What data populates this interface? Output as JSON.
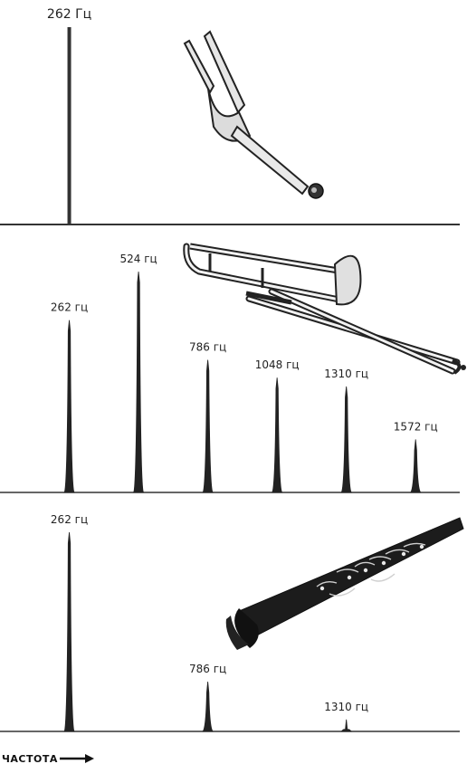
{
  "chart_data": [
    {
      "type": "line",
      "x": [
        262
      ],
      "y": [
        1
      ],
      "peak_labels": [
        "262 Гц"
      ],
      "xlim": [
        0,
        1650
      ],
      "illustration_icon": "tuning-fork-icon"
    },
    {
      "type": "line",
      "x": [
        262,
        524,
        786,
        1048,
        1310,
        1572
      ],
      "y": [
        0.78,
        1.0,
        0.6,
        0.52,
        0.48,
        0.24
      ],
      "peak_labels": [
        "262 гц",
        "524 гц",
        "786 гц",
        "1048 гц",
        "1310 гц",
        "1572 гц"
      ],
      "xlim": [
        0,
        1650
      ],
      "illustration_icon": "trombone-icon"
    },
    {
      "type": "line",
      "x": [
        262,
        786,
        1310
      ],
      "y": [
        1.0,
        0.25,
        0.06
      ],
      "peak_labels": [
        "262 гц",
        "786 гц",
        "1310 гц"
      ],
      "xlim": [
        0,
        1650
      ],
      "illustration_icon": "clarinet-icon"
    }
  ],
  "xlabel": "ЧАСТОТА"
}
